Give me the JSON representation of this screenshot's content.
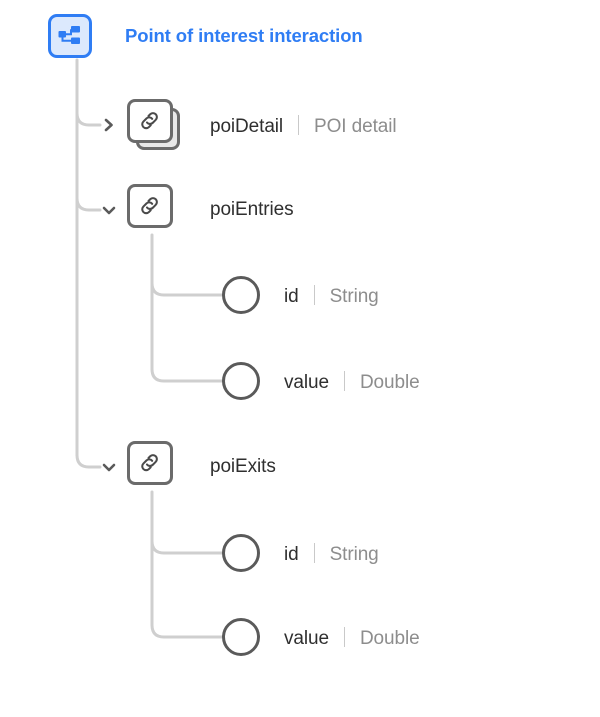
{
  "root": {
    "title": "Point of interest interaction",
    "icon": "hierarchy-icon",
    "accent_color": "#2f7df4",
    "icon_fill": "#dce9fd"
  },
  "colors": {
    "name_text": "#2f2f2f",
    "type_text": "#8d8d8d",
    "connector": "#cfcfcf",
    "node_stroke": "#6b6b6b"
  },
  "nodes": [
    {
      "name": "poiDetail",
      "type": "POI detail",
      "icon": "link-icon",
      "expanded": false,
      "chevron": "chevron-right-icon",
      "stacked": true,
      "children": []
    },
    {
      "name": "poiEntries",
      "type": "",
      "icon": "link-icon",
      "expanded": true,
      "chevron": "chevron-down-icon",
      "stacked": false,
      "children": [
        {
          "name": "id",
          "type": "String",
          "icon": "circle-node-icon"
        },
        {
          "name": "value",
          "type": "Double",
          "icon": "circle-node-icon"
        }
      ]
    },
    {
      "name": "poiExits",
      "type": "",
      "icon": "link-icon",
      "expanded": true,
      "chevron": "chevron-down-icon",
      "stacked": false,
      "children": [
        {
          "name": "id",
          "type": "String",
          "icon": "circle-node-icon"
        },
        {
          "name": "value",
          "type": "Double",
          "icon": "circle-node-icon"
        }
      ]
    }
  ]
}
